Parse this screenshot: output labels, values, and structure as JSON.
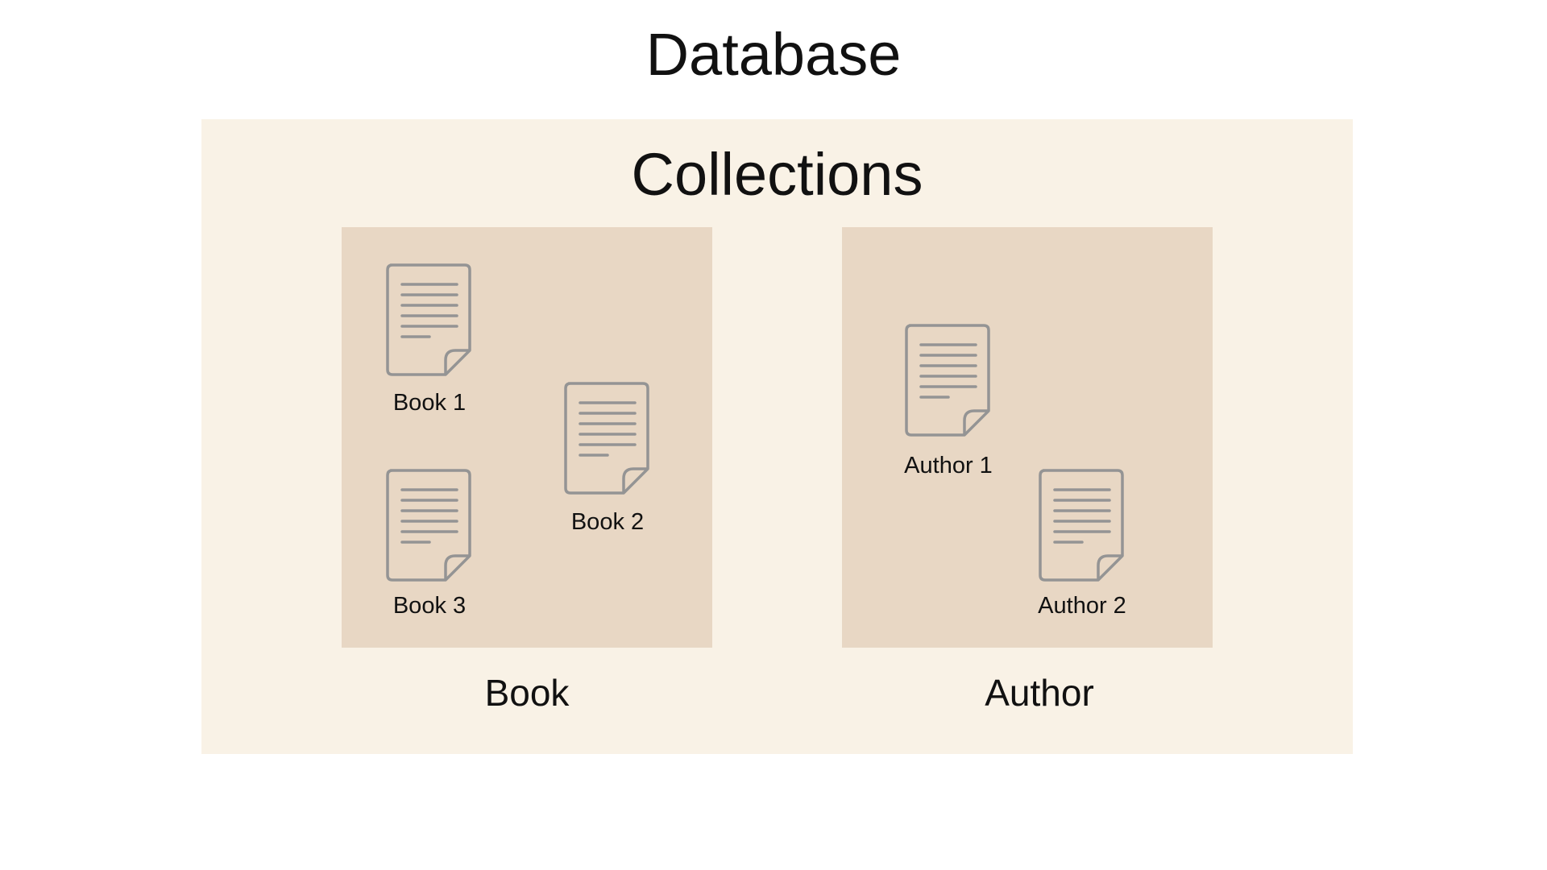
{
  "colors": {
    "page_background": "#ffffff",
    "database_panel": "#f9f2e6",
    "collection_box": "#e8d7c4",
    "document_stroke": "#949494",
    "text": "#111111"
  },
  "database": {
    "title": "Database"
  },
  "collections_panel": {
    "title": "Collections",
    "collections": [
      {
        "label": "Book",
        "documents": [
          {
            "label": "Book 1",
            "icon": "document-icon"
          },
          {
            "label": "Book 2",
            "icon": "document-icon"
          },
          {
            "label": "Book 3",
            "icon": "document-icon"
          }
        ]
      },
      {
        "label": "Author",
        "documents": [
          {
            "label": "Author 1",
            "icon": "document-icon"
          },
          {
            "label": "Author 2",
            "icon": "document-icon"
          }
        ]
      }
    ]
  }
}
